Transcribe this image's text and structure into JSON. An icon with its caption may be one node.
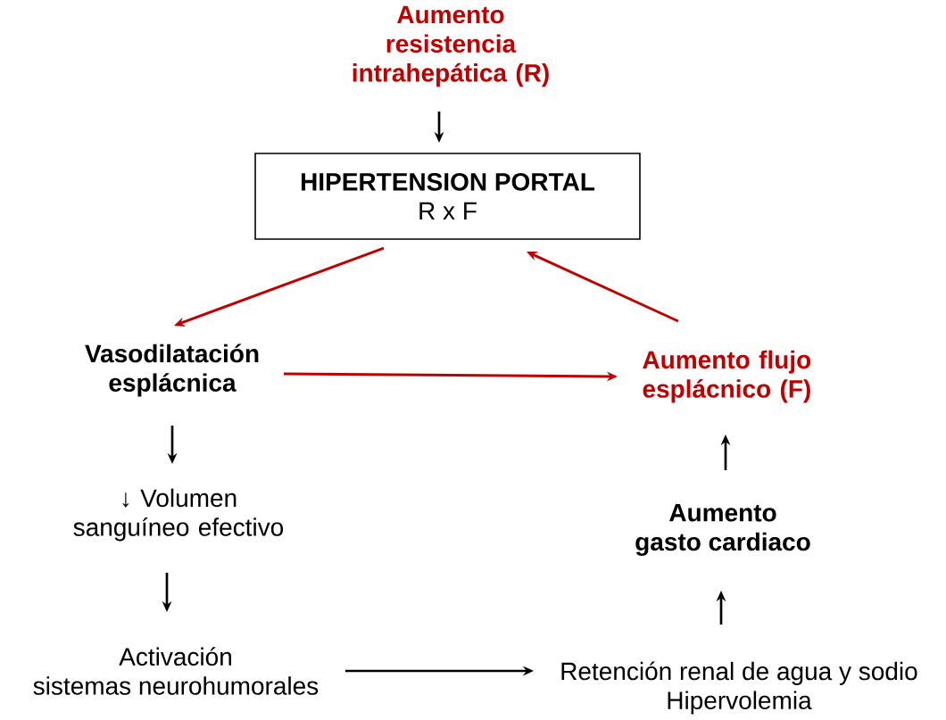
{
  "diagram": {
    "nodes": [
      {
        "text": [
          "Aumento resistencia intrahepática (R)"
        ]
      },
      {
        "text": [
          "HIPERTENSION PORTAL",
          "R x F"
        ]
      },
      {
        "text": [
          "Vasodilatación esplácnica"
        ]
      },
      {
        "text": [
          "Aumento flujo esplácnico (F)"
        ]
      },
      {
        "text": [
          "↓ Volumen sanguíneo efectivo"
        ]
      },
      {
        "text": [
          "Aumento",
          "gasto cardiaco"
        ]
      },
      {
        "text": [
          "Activación",
          "sistemas neurohumorales"
        ]
      },
      {
        "text": [
          "Retención renal de agua y sodio",
          "Hipervolemia"
        ]
      }
    ],
    "edges": [
      {
        "from": 0,
        "to": 1,
        "arrow": "to"
      },
      {
        "from": 1,
        "to": 2,
        "arrow": "to",
        "color": "#c00000"
      },
      {
        "from": 2,
        "to": 3,
        "arrow": "to",
        "color": "#c00000"
      },
      {
        "from": 3,
        "to": 1,
        "arrow": "to",
        "color": "#c00000"
      },
      {
        "from": 2,
        "to": 4,
        "arrow": "to"
      },
      {
        "from": 4,
        "to": 6,
        "arrow": "to"
      },
      {
        "from": 6,
        "to": 7,
        "arrow": "to"
      },
      {
        "from": 7,
        "to": 5,
        "arrow": "to"
      },
      {
        "from": 5,
        "to": 3,
        "arrow": "to"
      }
    ]
  }
}
